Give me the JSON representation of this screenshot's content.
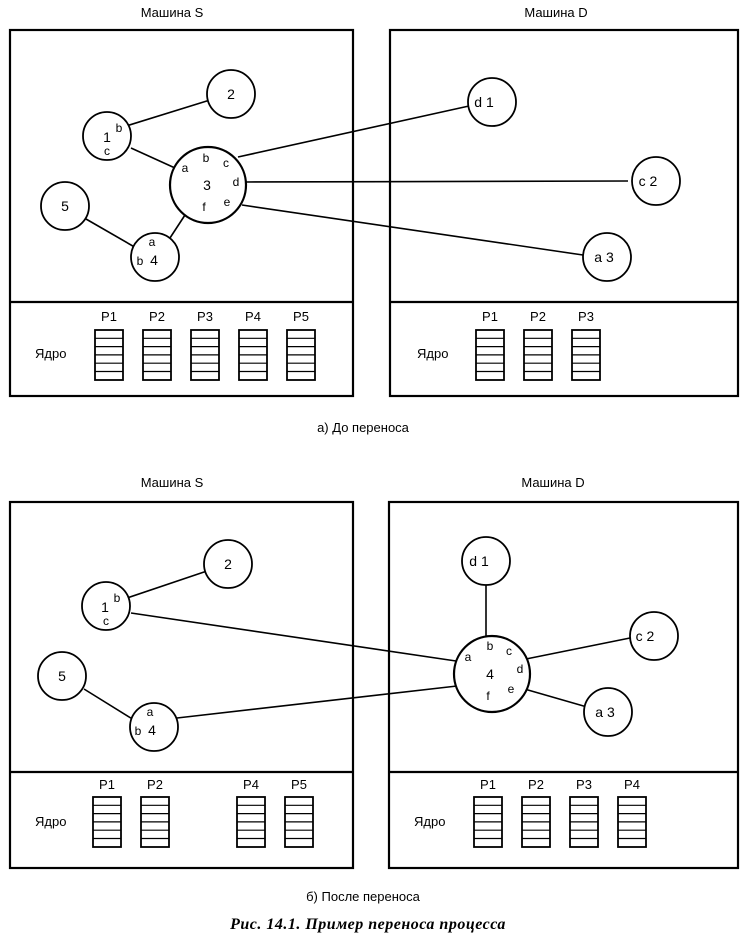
{
  "panel_a": {
    "caption": "а) До переноса",
    "machine_s": {
      "title": "Машина S",
      "kernel_label": "Ядро",
      "process_tables": [
        "P1",
        "P2",
        "P3",
        "P4",
        "P5"
      ],
      "nodes": {
        "n1": {
          "num": "1",
          "letters": [
            "b",
            "c"
          ]
        },
        "n2": {
          "num": "2"
        },
        "n3": {
          "num": "3",
          "letters": [
            "a",
            "b",
            "c",
            "d",
            "e",
            "f"
          ]
        },
        "n4": {
          "num": "4",
          "letters": [
            "a",
            "b"
          ]
        },
        "n5": {
          "num": "5"
        }
      }
    },
    "machine_d": {
      "title": "Машина D",
      "kernel_label": "Ядро",
      "process_tables": [
        "P1",
        "P2",
        "P3"
      ],
      "nodes": {
        "d1": {
          "label": "d 1"
        },
        "c2": {
          "label": "c 2"
        },
        "a3": {
          "label": "a 3"
        }
      }
    }
  },
  "panel_b": {
    "caption": "б) После переноса",
    "machine_s": {
      "title": "Машина S",
      "kernel_label": "Ядро",
      "process_tables": [
        "P1",
        "P2",
        "P4",
        "P5"
      ],
      "nodes": {
        "n1": {
          "num": "1",
          "letters": [
            "b",
            "c"
          ]
        },
        "n2": {
          "num": "2"
        },
        "n4": {
          "num": "4",
          "letters": [
            "a",
            "b"
          ]
        },
        "n5": {
          "num": "5"
        }
      }
    },
    "machine_d": {
      "title": "Машина D",
      "kernel_label": "Ядро",
      "process_tables": [
        "P1",
        "P2",
        "P3",
        "P4"
      ],
      "nodes": {
        "d1": {
          "label": "d 1"
        },
        "c2": {
          "label": "c 2"
        },
        "a3": {
          "label": "a 3"
        },
        "n4": {
          "num": "4",
          "letters": [
            "a",
            "b",
            "c",
            "d",
            "e",
            "f"
          ]
        }
      }
    }
  },
  "figure_caption": "Рис. 14.1. Пример переноса процесса"
}
